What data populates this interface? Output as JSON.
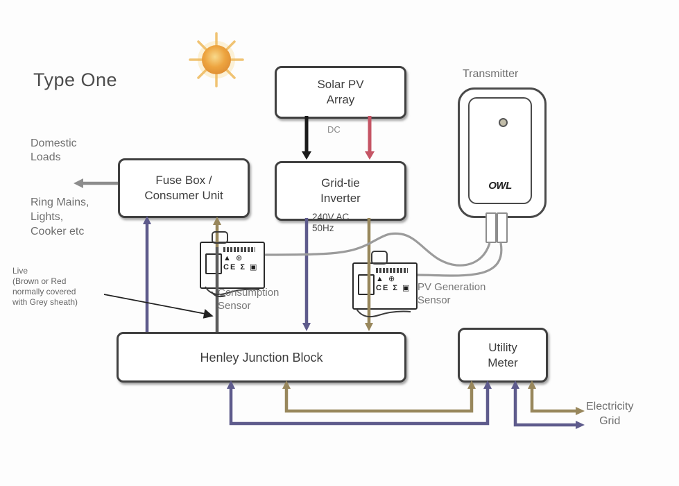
{
  "title": "Type One",
  "colors": {
    "blue_wire": "#5e5b8c",
    "tan_wire": "#98875c",
    "grey_wire": "#9b9b9b",
    "black_wire": "#1b1b1b",
    "red_wire": "#c55565",
    "dark_live_wire": "#5c5c5c",
    "box_border": "#404040",
    "sun_core": "#f8d98b",
    "sun_mid": "#eda43f",
    "sun_rim": "#dd8c33",
    "sun_ray": "#eeb95c"
  },
  "boxes": {
    "solar": {
      "label": "Solar PV\nArray"
    },
    "inverter": {
      "label": "Grid-tie\nInverter"
    },
    "fusebox": {
      "label": "Fuse Box /\nConsumer Unit"
    },
    "henley": {
      "label": "Henley Junction Block"
    },
    "meter": {
      "label": "Utility\nMeter"
    }
  },
  "labels": {
    "transmitter": "Transmitter",
    "domestic_loads": "Domestic\nLoads",
    "ring_mains": "Ring Mains,\nLights,\nCooker etc",
    "live_note": "Live\n(Brown or Red\nnormally covered\nwith Grey sheath)",
    "dc": "DC",
    "ac": "240V AC\n50Hz",
    "consumption_sensor": "Consumption\nSensor",
    "pv_generation_sensor": "PV Generation\nSensor",
    "electricity_grid": "Electricity\nGrid",
    "owl_logo": "OWL"
  },
  "sensor_glyphs": {
    "row1": "▲ ⊕",
    "row2": "CE Σ ▣"
  }
}
